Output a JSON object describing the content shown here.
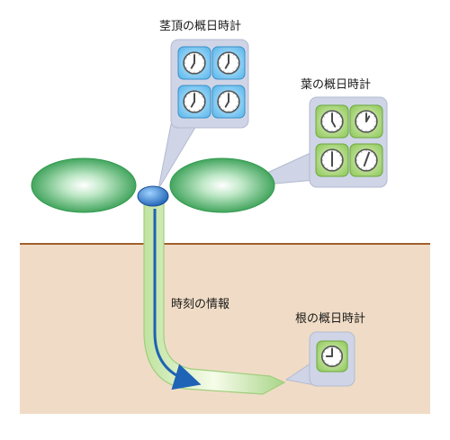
{
  "labels": {
    "stem_clock": "茎頂の概日時計",
    "leaf_clock": "葉の概日時計",
    "root_clock": "根の概日時計",
    "time_info": "時刻の情報"
  },
  "icons": {
    "clock": "clock-icon",
    "leaf": "leaf-icon",
    "stem": "stem-icon",
    "root": "root-icon",
    "arrow": "arrow-icon"
  },
  "colors": {
    "soil": "#f0dcc6",
    "ground_line": "#a0612d",
    "leaf": "#4fb266",
    "stem_clock_fill": "#7cc7ee",
    "plant_clock_fill": "#a9d56e",
    "callout": "#cfd5e6",
    "signal_arrow": "#1e63b5",
    "apex": "#2d7fd0"
  }
}
